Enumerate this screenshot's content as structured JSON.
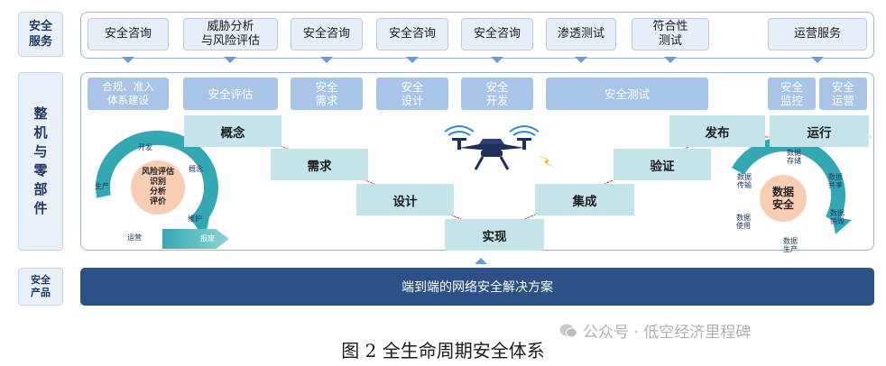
{
  "side_labels": {
    "security_service": [
      "安全",
      "服务"
    ],
    "whole_machine": [
      "整",
      "机",
      "与",
      "零",
      "部",
      "件"
    ],
    "security_product": [
      "安全",
      "产品"
    ]
  },
  "services": [
    {
      "label": "安全咨询"
    },
    {
      "label": "威胁分析\n与风险评估"
    },
    {
      "label": "安全咨询"
    },
    {
      "label": "安全咨询"
    },
    {
      "label": "安全咨询"
    },
    {
      "label": "渗透测试"
    },
    {
      "label": "符合性\n测试"
    },
    {
      "label": "运营服务"
    }
  ],
  "stages": [
    {
      "label": "合规、准入\n体系建设"
    },
    {
      "label": "安全评估"
    },
    {
      "label": "安全\n需求"
    },
    {
      "label": "安全\n设计"
    },
    {
      "label": "安全\n开发"
    },
    {
      "label": "安全测试"
    },
    {
      "label": "安全\n监控"
    },
    {
      "label": "安全\n运营"
    }
  ],
  "v_model": {
    "steps": [
      "概念",
      "需求",
      "设计",
      "实现",
      "集成",
      "验证",
      "发布",
      "运行"
    ]
  },
  "left_cycle": {
    "core": "风险评估\n识别\n分析\n评价",
    "labels": [
      "开发",
      "概念",
      "生产",
      "维护",
      "运营",
      "报废"
    ]
  },
  "right_cycle": {
    "core": "数据\n安全",
    "labels": [
      "数据\n存储",
      "数据\n传输",
      "数据\n使用",
      "数据\n销毁",
      "数据\n共享",
      "数据\n生产"
    ]
  },
  "product_bar": {
    "label": "端到端的网络安全解决方案"
  },
  "caption": "图 2  全生命周期安全体系",
  "watermark": "公众号 · 低空经济里程碑",
  "colors": {
    "v_step": "#c4e4ea",
    "stage_box": "#a8c4e6",
    "product_bar": "#2d5186",
    "v_line": "#c0392b"
  }
}
